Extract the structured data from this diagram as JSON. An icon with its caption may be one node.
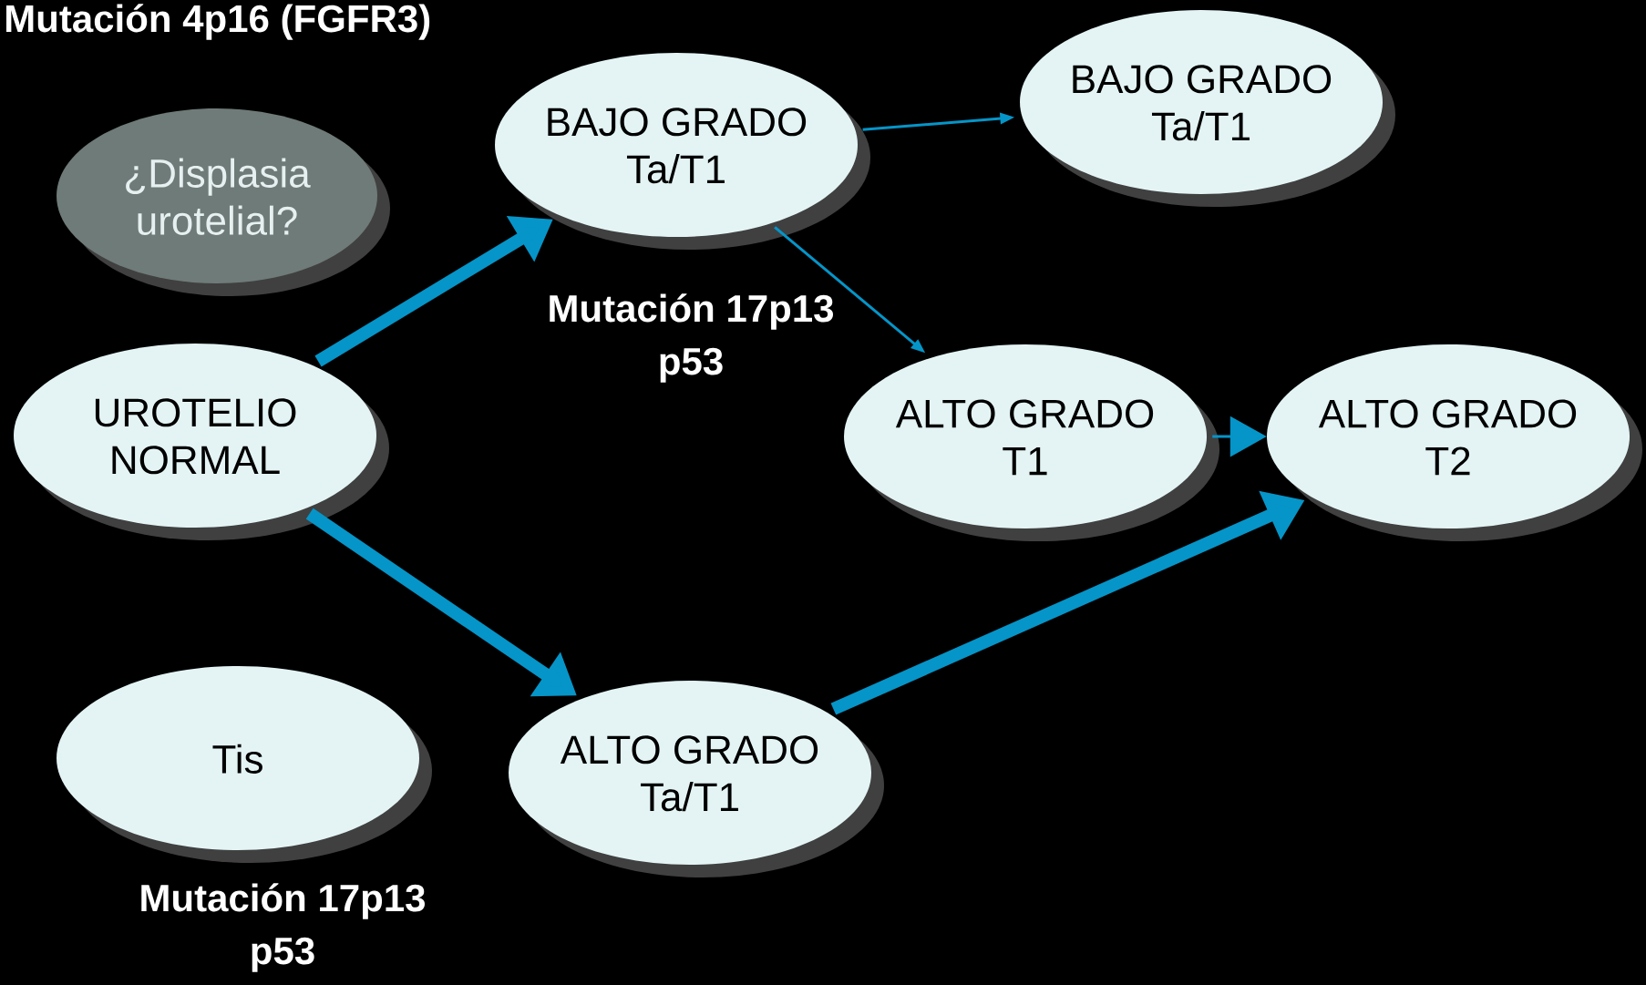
{
  "diagram": {
    "title": "Mutación 4p16 (FGFR3)",
    "nodes": [
      {
        "text": [
          "¿Displasia urotelial?"
        ]
      },
      {
        "text": [
          "UROTELIO NORMAL"
        ]
      },
      {
        "text": [
          "BAJO GRADO Ta/T1"
        ]
      },
      {
        "text": [
          "BAJO GRADO Ta/T1"
        ]
      },
      {
        "text": [
          "ALTO GRADO T1"
        ]
      },
      {
        "text": [
          "ALTO GRADO T2"
        ]
      },
      {
        "text": [
          "Tis"
        ]
      },
      {
        "text": [
          "ALTO GRADO Ta/T1"
        ]
      }
    ],
    "edges": [
      {
        "from": 1,
        "to": 2,
        "arrow": "to",
        "style": "thick"
      },
      {
        "from": 2,
        "to": 3,
        "arrow": "to"
      },
      {
        "from": 2,
        "to": 4,
        "arrow": "to"
      },
      {
        "from": 4,
        "to": 5,
        "arrow": "to"
      },
      {
        "from": 1,
        "to": 7,
        "arrow": "to",
        "style": "thick"
      },
      {
        "from": 7,
        "to": 5,
        "arrow": "to",
        "style": "thick"
      }
    ],
    "labels": [
      "Mutación 17p13 p53",
      "Mutación 17p13 p53"
    ]
  }
}
